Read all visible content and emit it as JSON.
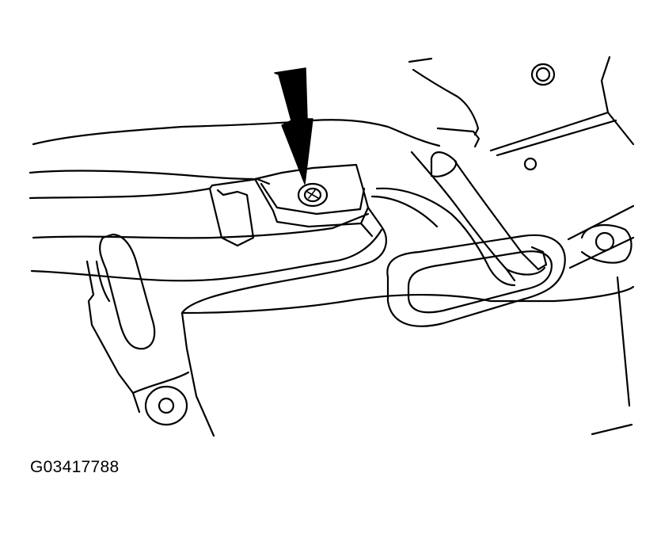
{
  "figure_id": "G03417788",
  "colors": {
    "line": "#000000",
    "background": "#ffffff",
    "arrow_fill": "#000000"
  },
  "callouts": [
    {
      "type": "arrow",
      "icon": "arrow-down-icon",
      "target": "bolt"
    }
  ]
}
